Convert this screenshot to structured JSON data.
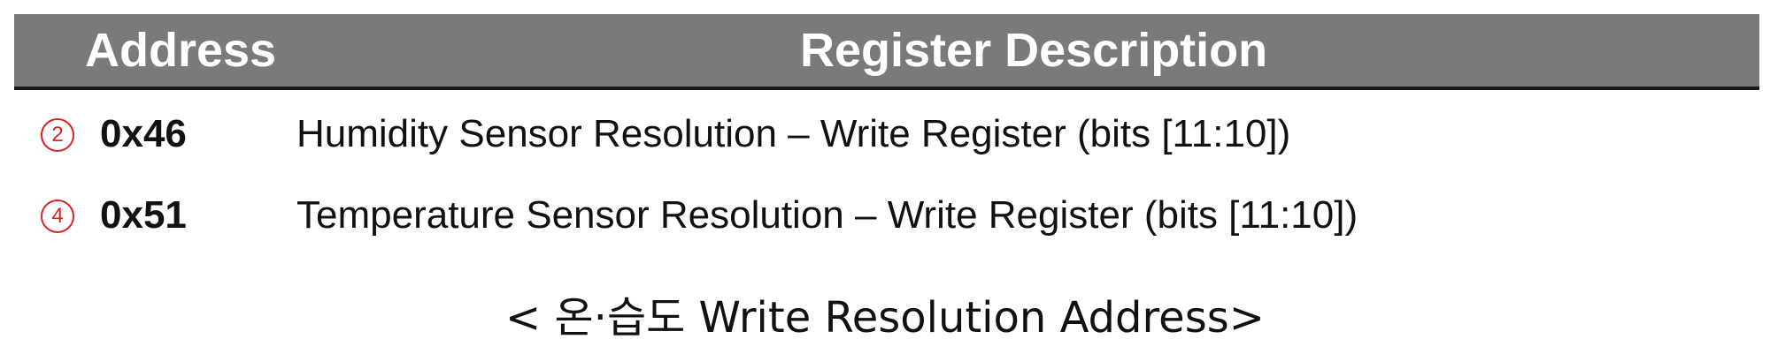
{
  "table": {
    "headers": {
      "address": "Address",
      "description": "Register Description"
    },
    "rows": [
      {
        "marker": "2",
        "address": "0x46",
        "description": "Humidity Sensor Resolution – Write Register (bits [11:10])"
      },
      {
        "marker": "4",
        "address": "0x51",
        "description": "Temperature Sensor Resolution – Write Register (bits [11:10])"
      }
    ]
  },
  "caption": "< 온·습도 Write Resolution Address>",
  "colors": {
    "header_bg": "#7a7a7a",
    "header_text": "#ffffff",
    "marker": "#e02020"
  }
}
